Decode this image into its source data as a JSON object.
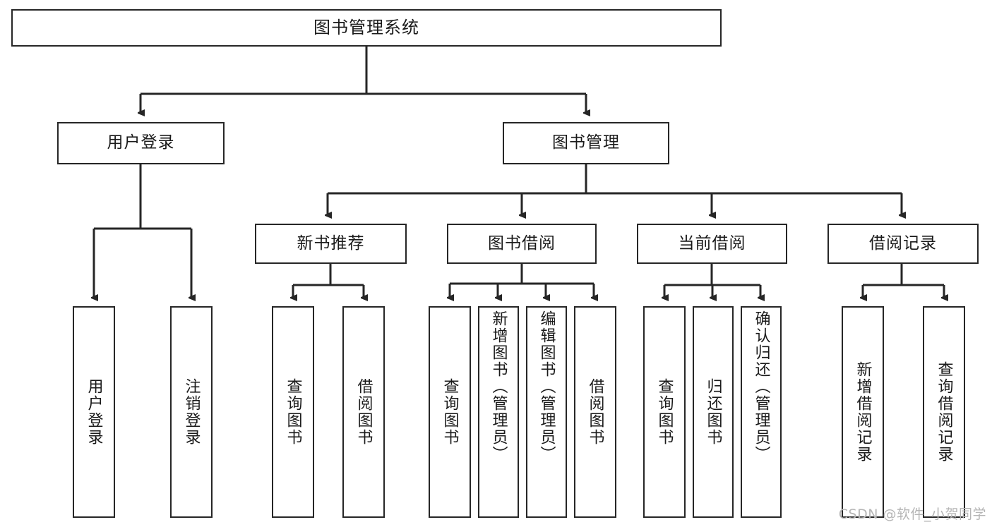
{
  "diagram": {
    "title": "图书管理系统",
    "type": "tree",
    "watermark": "CSDN @软件_小贺同学",
    "colors": {
      "stroke": "#262626",
      "fill": "#ffffff",
      "text": "#1a1a1a",
      "watermark": "#b5b5b5"
    },
    "root": {
      "label": "图书管理系统"
    },
    "level2": [
      {
        "id": "user-login",
        "label": "用户登录"
      },
      {
        "id": "book-manage",
        "label": "图书管理"
      }
    ],
    "level3": [
      {
        "id": "new-book-recommend",
        "label": "新书推荐",
        "parent": "book-manage"
      },
      {
        "id": "book-borrow",
        "label": "图书借阅",
        "parent": "book-manage"
      },
      {
        "id": "current-borrow",
        "label": "当前借阅",
        "parent": "book-manage"
      },
      {
        "id": "borrow-record",
        "label": "借阅记录",
        "parent": "book-manage"
      }
    ],
    "leaves": [
      {
        "id": "leaf-user-login",
        "label": "用户登录",
        "parent": "user-login"
      },
      {
        "id": "leaf-logout",
        "label": "注销登录",
        "parent": "user-login"
      },
      {
        "id": "leaf-query-book-1",
        "label": "查询图书",
        "parent": "new-book-recommend"
      },
      {
        "id": "leaf-borrow-book-1",
        "label": "借阅图书",
        "parent": "new-book-recommend"
      },
      {
        "id": "leaf-query-book-2",
        "label": "查询图书",
        "parent": "book-borrow"
      },
      {
        "id": "leaf-add-book",
        "label": "新增图书（管理员）",
        "parent": "book-borrow"
      },
      {
        "id": "leaf-edit-book",
        "label": "编辑图书（管理员）",
        "parent": "book-borrow"
      },
      {
        "id": "leaf-borrow-book-2",
        "label": "借阅图书",
        "parent": "book-borrow"
      },
      {
        "id": "leaf-query-book-3",
        "label": "查询图书",
        "parent": "current-borrow"
      },
      {
        "id": "leaf-return-book",
        "label": "归还图书",
        "parent": "current-borrow"
      },
      {
        "id": "leaf-confirm-return",
        "label": "确认归还（管理员）",
        "parent": "current-borrow"
      },
      {
        "id": "leaf-add-record",
        "label": "新增借阅记录",
        "parent": "borrow-record"
      },
      {
        "id": "leaf-query-record",
        "label": "查询借阅记录",
        "parent": "borrow-record"
      }
    ]
  }
}
